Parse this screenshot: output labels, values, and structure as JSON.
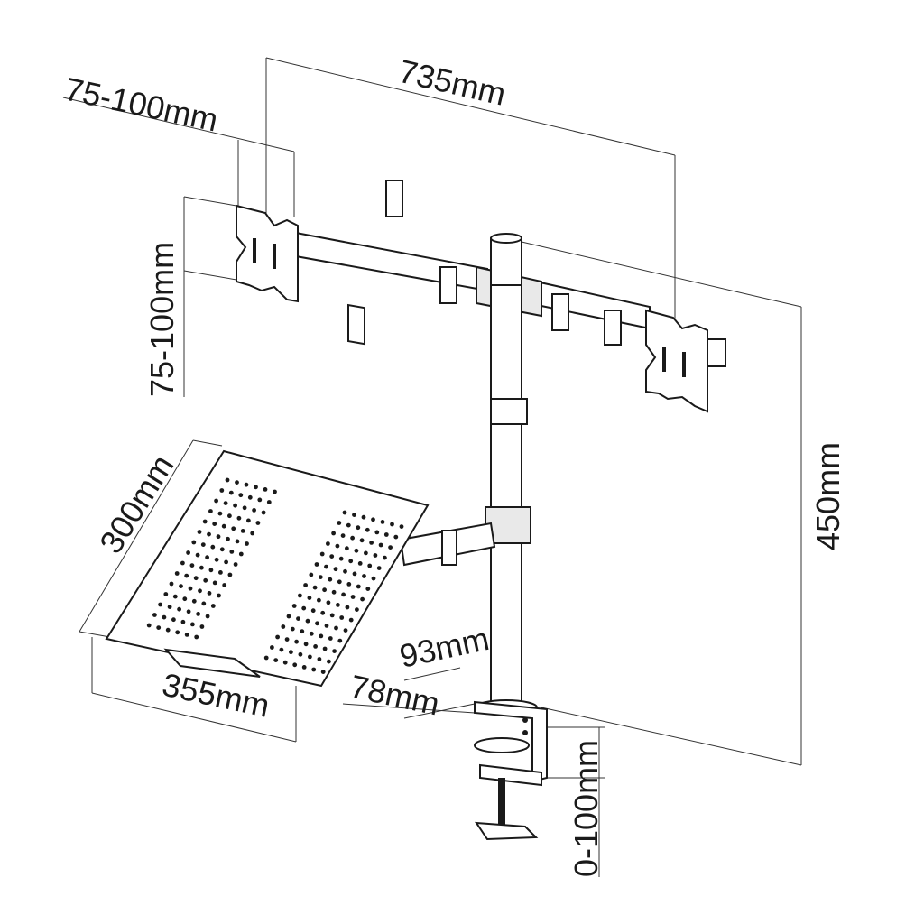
{
  "dimensions": {
    "vesa_horizontal": "75-100mm",
    "arm_span": "735mm",
    "vesa_vertical": "75-100mm",
    "pole_height": "450mm",
    "tray_depth": "300mm",
    "tray_width": "355mm",
    "base_depth": "93mm",
    "base_width": "78mm",
    "clamp_range": "0-100mm"
  },
  "colors": {
    "line": "#1a1a1a",
    "background": "#ffffff"
  }
}
